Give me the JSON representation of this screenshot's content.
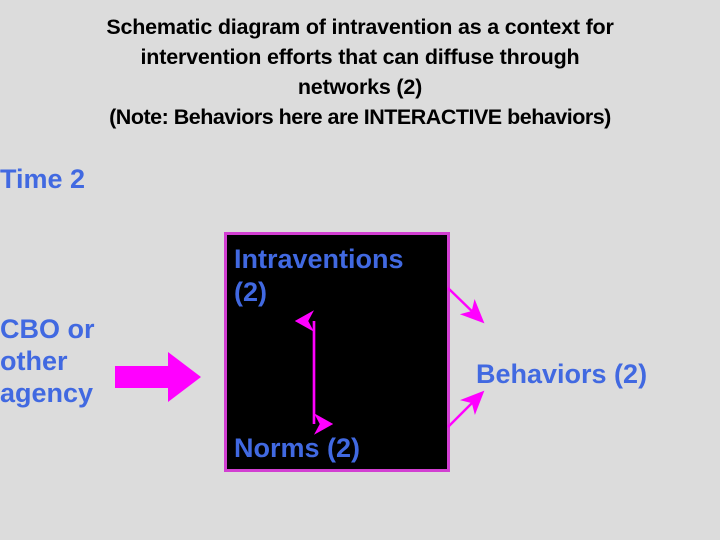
{
  "slide": {
    "background_color": "#dcdcdc",
    "title": {
      "color": "#000000",
      "line1": "Schematic diagram of intravention as a context for",
      "line2": "intervention efforts that can diffuse through",
      "line3": "networks (2)",
      "note": "(Note: Behaviors here are INTERACTIVE behaviors)"
    },
    "accent_colors": {
      "label_blue": "#4169e1",
      "arrow_magenta": "#ff00ff",
      "box_border": "#d23fd2",
      "box_fill": "#000000"
    },
    "labels": {
      "time": "Time 2",
      "cbo": "CBO or\nother\nagency",
      "behaviors": "Behaviors (2)"
    },
    "box": {
      "title": "Intraventions\n(2)",
      "bottom_label": "Norms (2)"
    },
    "arrows": {
      "cbo_to_box": "block-arrow-right",
      "intraventions_norms_bidirectional": "double-headed-arrow-vertical",
      "box_to_behaviors_down": "arrow-down-right",
      "box_to_behaviors_up": "arrow-up-right"
    }
  }
}
